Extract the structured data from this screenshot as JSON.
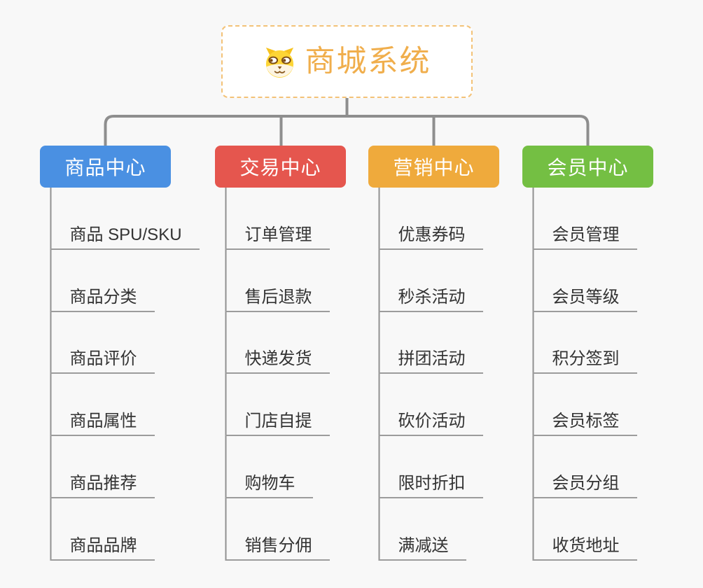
{
  "root": {
    "title": "商城系统",
    "icon": "dog-icon"
  },
  "branches": [
    {
      "label": "商品中心",
      "color": "#4a90e2",
      "items": [
        "商品 SPU/SKU",
        "商品分类",
        "商品评价",
        "商品属性",
        "商品推荐",
        "商品品牌"
      ]
    },
    {
      "label": "交易中心",
      "color": "#e5564e",
      "items": [
        "订单管理",
        "售后退款",
        "快递发货",
        "门店自提",
        "购物车",
        "销售分佣"
      ]
    },
    {
      "label": "营销中心",
      "color": "#efaa3c",
      "items": [
        "优惠券码",
        "秒杀活动",
        "拼团活动",
        "砍价活动",
        "限时折扣",
        "满减送"
      ]
    },
    {
      "label": "会员中心",
      "color": "#74bf43",
      "items": [
        "会员管理",
        "会员等级",
        "积分签到",
        "会员标签",
        "会员分组",
        "收货地址"
      ]
    }
  ],
  "style": {
    "background": "#f8f8f8",
    "connector_color": "#8e8e8e",
    "spine_color": "#919191",
    "underline_color": "#9c9c9c",
    "item_text_color": "#333333",
    "root_border_color": "#f3c277",
    "root_text_color": "#f0ae4c"
  }
}
